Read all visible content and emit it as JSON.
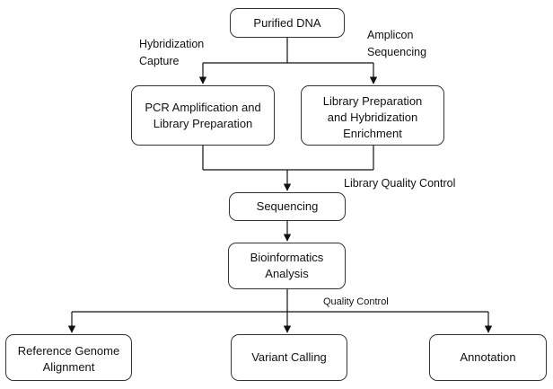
{
  "boxes": {
    "purified_dna": "Purified DNA",
    "pcr_amplification": "PCR Amplification and\nLibrary Preparation",
    "library_preparation": "Library Preparation\nand Hybridization\nEnrichment",
    "sequencing": "Sequencing",
    "bioinformatics": "Bioinformatics\nAnalysis",
    "reference_genome": "Reference Genome\nAlignment",
    "variant_calling": "Variant Calling",
    "annotation": "Annotation"
  },
  "labels": {
    "hybridization_capture": "Hybridization\nCapture",
    "amplicon_sequencing": "Amplicon\nSequencing",
    "library_quality_control": "Library Quality Control",
    "quality_control": "Quality Control"
  }
}
